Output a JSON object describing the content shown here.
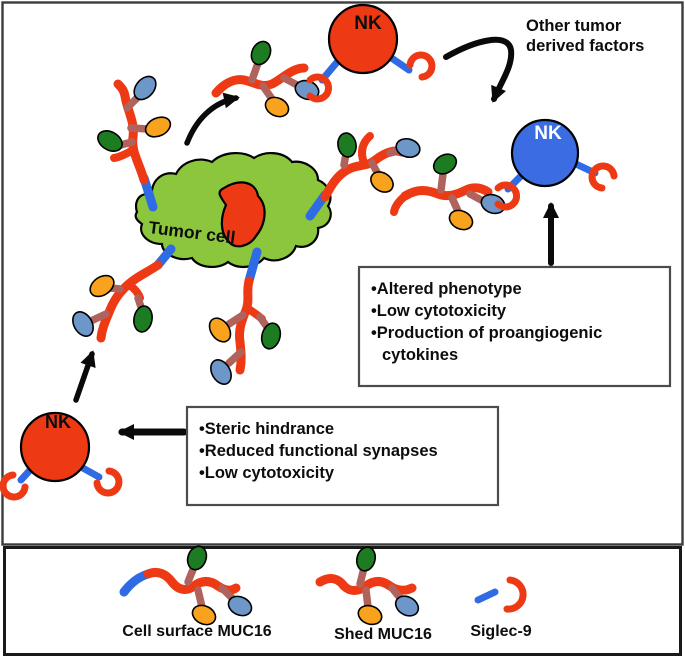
{
  "colors": {
    "muc16_red": "#ee3a14",
    "stalk_brown": "#b0635c",
    "membrane_blue": "#2f6be4",
    "nk_altered_blue": "#3b6ce1",
    "oval_blue": "#6d96c9",
    "oval_green": "#1d7b22",
    "oval_orange": "#f8a21d",
    "tumor_green": "#8cc63c",
    "arrow_black": "#0a0a0a",
    "background": "#ffffff"
  },
  "diagram": {
    "tumor_cell": {
      "label": "Tumor cell"
    },
    "nk_cells": {
      "top": {
        "label": "NK"
      },
      "right": {
        "label": "NK"
      },
      "bottom_left": {
        "label": "NK"
      }
    },
    "annotations": {
      "other_factors_line1": "Other tumor",
      "other_factors_line2": "derived factors"
    },
    "boxes": {
      "right": {
        "lines": [
          "•Altered phenotype",
          "•Low cytotoxicity",
          "•Production of proangiogenic",
          "cytokines"
        ]
      },
      "left": {
        "lines": [
          "•Steric hindrance",
          "•Reduced functional synapses",
          "•Low cytotoxicity"
        ]
      }
    }
  },
  "legend": {
    "items": [
      {
        "label": "Cell surface MUC16"
      },
      {
        "label": "Shed MUC16"
      },
      {
        "label": "Siglec-9"
      }
    ]
  }
}
